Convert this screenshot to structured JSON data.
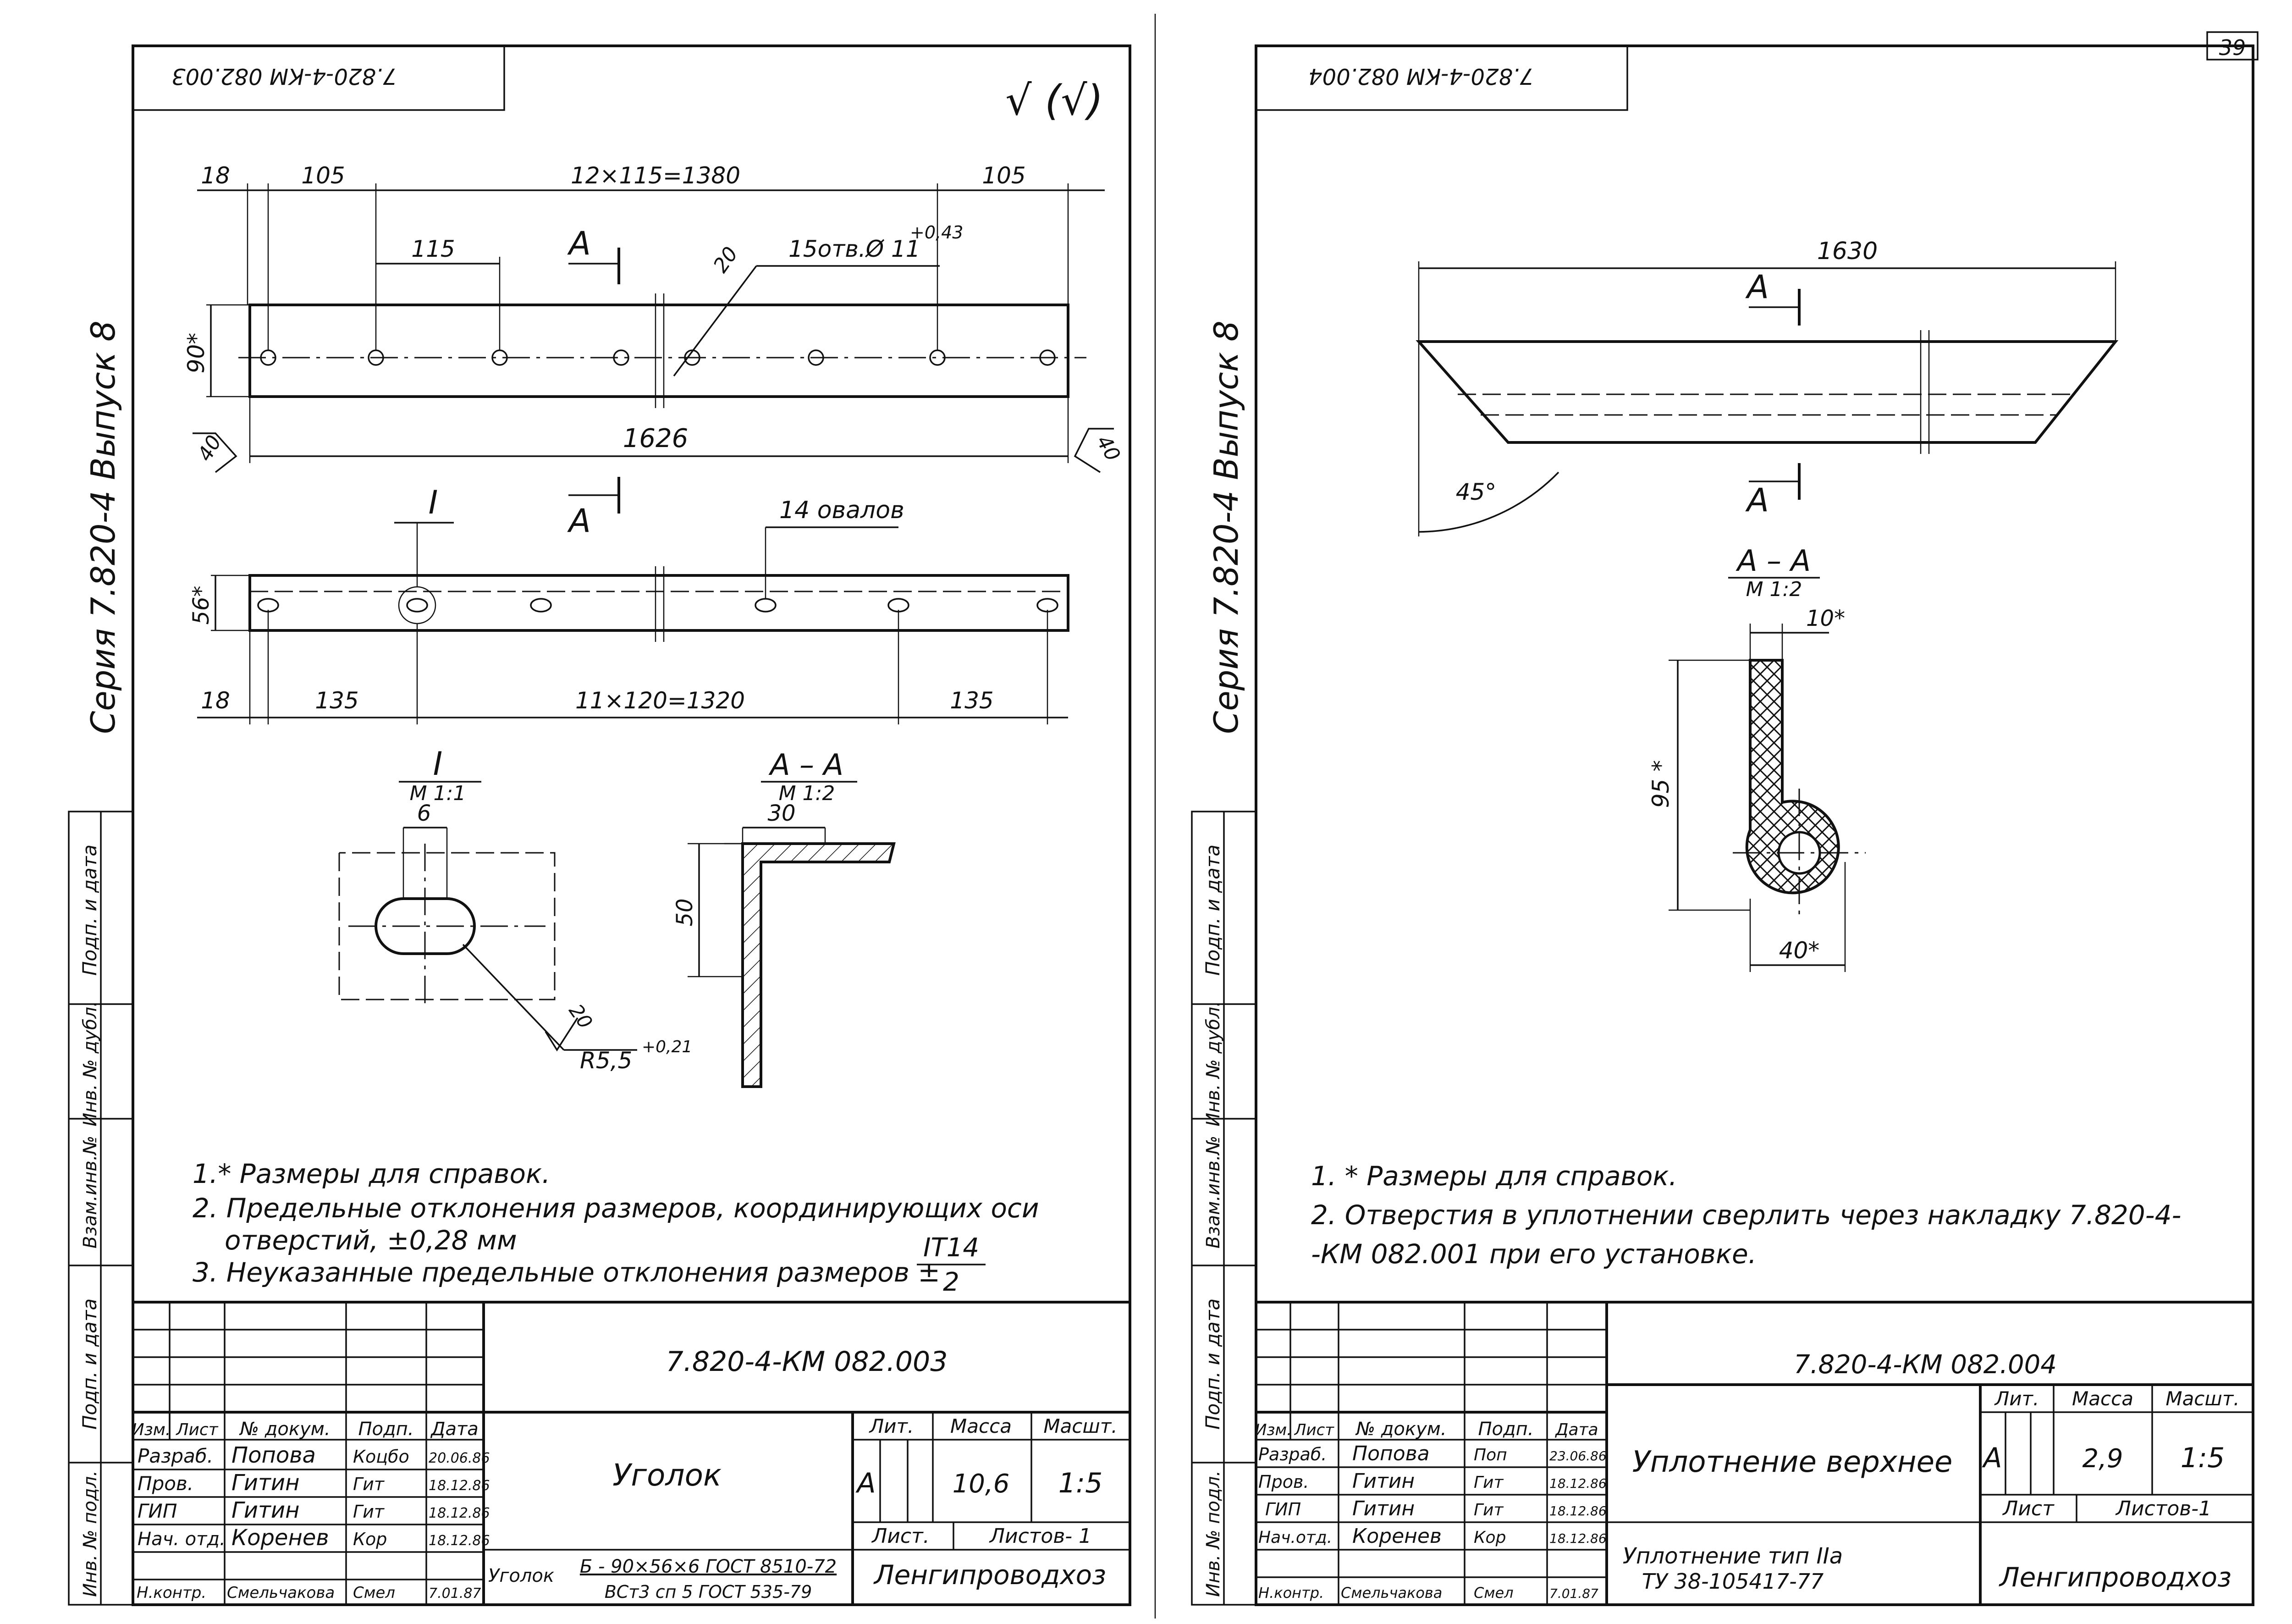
{
  "sheet_number": "39",
  "left_stub": {
    "vertical_text": "Серия 7.820-4 Выпуск 8",
    "cells": [
      "Подп. и дата",
      "Инв. № дубл.",
      "Взам.инв.№",
      "Подп. и дата",
      "Инв. № подл."
    ]
  },
  "right_stub": {
    "vertical_text": "Серия 7.820-4 Выпуск 8",
    "cells": [
      "Подп. и дата",
      "Инв. № дубл.",
      "Взам.инв.№",
      "Подп. и дата",
      "Инв. № подл."
    ]
  },
  "left_sheet": {
    "top_code": "7.820-4-КМ 082.003",
    "roughness": "√ (√)",
    "dims": {
      "d18a": "18",
      "d105a": "105",
      "d12x115": "12×115=1380",
      "d105b": "105",
      "d115": "115",
      "holes": "15отв.Ø 11",
      "holes_tol": "+0,43",
      "d20": "20",
      "d90": "90*",
      "d40a": "40",
      "d1626": "1626",
      "d40b": "40",
      "cutA_top": "A",
      "cutA_bot": "A",
      "view_I": "I",
      "ovals": "14 овалов",
      "d56": "56*",
      "d18b": "18",
      "d135a": "135",
      "d11x120": "11×120=1320",
      "d135b": "135",
      "detI_title": "I",
      "detI_scale": "М 1:1",
      "d6": "6",
      "d20b": "20",
      "r55": "R5,5",
      "r55_tol": "+0,21",
      "secAA_title": "А – А",
      "secAA_scale": "М 1:2",
      "d30": "30",
      "d50": "50"
    },
    "notes": [
      "1.* Размеры для справок.",
      "2. Предельные отклонения размеров, координирующих оси",
      "отверстий, ±0,28 мм",
      "3. Неуказанные предельные отклонения размеров ±"
    ],
    "tol_num": "IT14",
    "tol_den": "2",
    "title_block": {
      "code": "7.820-4-КМ 082.003",
      "headers": [
        "Изм.",
        "Лист",
        "№ докум.",
        "Подп.",
        "Дата"
      ],
      "rows": [
        {
          "role": "Разраб.",
          "name": "Попова",
          "sign": "Коцбо",
          "date": "20.06.86"
        },
        {
          "role": "Пров.",
          "name": "Гитин",
          "sign": "Гит",
          "date": "18.12.86"
        },
        {
          "role": "ГИП",
          "name": "Гитин",
          "sign": "Гит",
          "date": "18.12.86"
        },
        {
          "role": "Нач. отд.",
          "name": "Коренев",
          "sign": "Кор",
          "date": "18.12.86"
        },
        {
          "role": "Н.контр.",
          "name": "Смельчакова",
          "sign": "Смел",
          "date": "7.01.87"
        }
      ],
      "lit_label": "Лит.",
      "mass_label": "Масса",
      "scale_label": "Масшт.",
      "lit": "А",
      "mass": "10,6",
      "scale": "1:5",
      "sheet_label": "Лист.",
      "sheets_label": "Листов- 1",
      "name": "Уголок",
      "material_1": "Б - 90×56×6 ГОСТ 8510-72",
      "material_2": "ВСт3 сп 5 ГОСТ 535-79",
      "material_prefix": "Уголок",
      "org": "Ленгипроводхоз"
    }
  },
  "right_sheet": {
    "top_code": "7.820-4-КМ 082.004",
    "dims": {
      "d1630": "1630",
      "cutA_top": "А",
      "cutA_bot": "А",
      "angle": "45°",
      "secAA_title": "А – А",
      "secAA_scale": "М 1:2",
      "d10": "10*",
      "d95": "95 *",
      "d40": "40*"
    },
    "notes": [
      "1. * Размеры для справок.",
      "2. Отверстия в уплотнении сверлить через накладку 7.820-4-",
      "-КМ 082.001 при его установке."
    ],
    "title_block": {
      "code": "7.820-4-КМ 082.004",
      "headers": [
        "Изм.",
        "Лист",
        "№ докум.",
        "Подп.",
        "Дата"
      ],
      "rows": [
        {
          "role": "Разраб.",
          "name": "Попова",
          "sign": "Поп",
          "date": "23.06.86"
        },
        {
          "role": "Пров.",
          "name": "Гитин",
          "sign": "Гит",
          "date": "18.12.86"
        },
        {
          "role": "ГИП",
          "name": "Гитин",
          "sign": "Гит",
          "date": "18.12.86"
        },
        {
          "role": "Нач.отд.",
          "name": "Коренев",
          "sign": "Кор",
          "date": "18.12.86"
        },
        {
          "role": "Н.контр.",
          "name": "Смельчакова",
          "sign": "Смел",
          "date": "7.01.87"
        }
      ],
      "lit_label": "Лит.",
      "mass_label": "Масса",
      "scale_label": "Масшт.",
      "lit": "А",
      "mass": "2,9",
      "scale": "1:5",
      "sheet_label": "Лист",
      "sheets_label": "Листов-1",
      "name": "Уплотнение верхнее",
      "material_1": "Уплотнение тип IIа",
      "material_2": "ТУ 38-105417-77",
      "org": "Ленгипроводхоз"
    }
  }
}
